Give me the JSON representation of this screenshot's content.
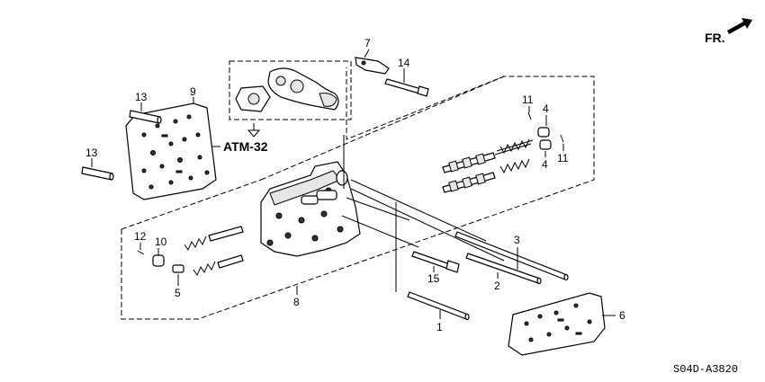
{
  "orientation": {
    "label": "FR."
  },
  "reference": {
    "label": "ATM-32"
  },
  "diagram_code": "S04D-A3820",
  "callouts": [
    "1",
    "2",
    "3",
    "4",
    "4",
    "5",
    "6",
    "7",
    "8",
    "9",
    "10",
    "11",
    "11",
    "12",
    "13",
    "13",
    "14",
    "15"
  ]
}
